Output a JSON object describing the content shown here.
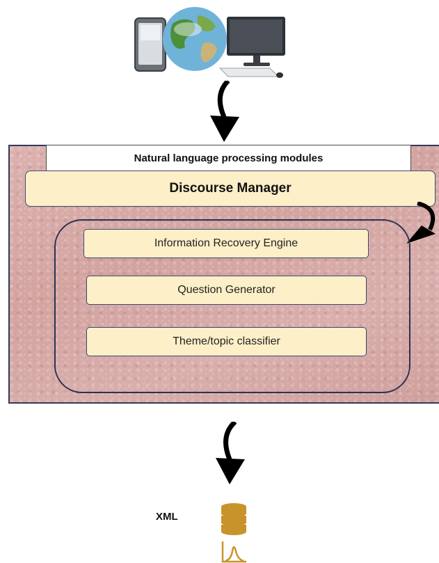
{
  "diagram": {
    "panel_header": "Natural language processing modules",
    "discourse_manager": "Discourse Manager",
    "modules": [
      "Information Recovery Engine",
      "Question Generator",
      "Theme/topic classifier"
    ],
    "output_label": "XML"
  },
  "icons": {
    "top": [
      "tablet-icon",
      "globe-icon",
      "desktop-computer-icon"
    ],
    "bottom": [
      "database-icon",
      "distribution-chart-icon"
    ]
  },
  "colors": {
    "panel_fill": "#d7a9a6",
    "module_fill": "#fdefc8",
    "outline": "#2f3b5c",
    "arrow": "#000000",
    "database": "#c8932a"
  }
}
